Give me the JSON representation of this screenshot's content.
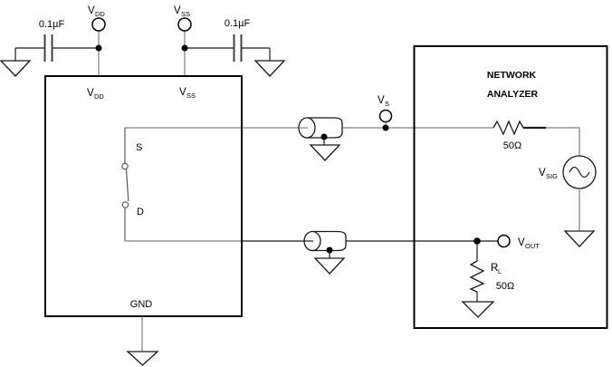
{
  "diagram": {
    "type": "circuit-schematic",
    "description": "Analog switch bandwidth test circuit with network analyzer"
  },
  "colors": {
    "background": "#ffffff",
    "box_outline": "#000000",
    "wire_gray": "#808080",
    "wire_dark": "#1a1a1a",
    "switch_gray": "#595959"
  },
  "supply": {
    "vdd_terminal": {
      "main": "V",
      "sub": "DD"
    },
    "vss_terminal": {
      "main": "V",
      "sub": "SS"
    },
    "left_cap_value": "0.1µF",
    "right_cap_value": "0.1µF"
  },
  "dut": {
    "pin_vdd": {
      "main": "V",
      "sub": "DD"
    },
    "pin_vss": {
      "main": "V",
      "sub": "SS"
    },
    "switch": {
      "source_label": "S",
      "drain_label": "D"
    },
    "gnd_label": "GND"
  },
  "nodes": {
    "vs": {
      "main": "V",
      "sub": "S"
    },
    "vout": {
      "main": "V",
      "sub": "OUT"
    }
  },
  "network_analyzer": {
    "title_line1": "NETWORK",
    "title_line2": "ANALYZER",
    "source_resistor_value": "50Ω",
    "signal_source": {
      "main": "V",
      "sub": "SIG"
    },
    "load_resistor": {
      "name_main": "R",
      "name_sub": "L",
      "value": "50Ω"
    }
  }
}
